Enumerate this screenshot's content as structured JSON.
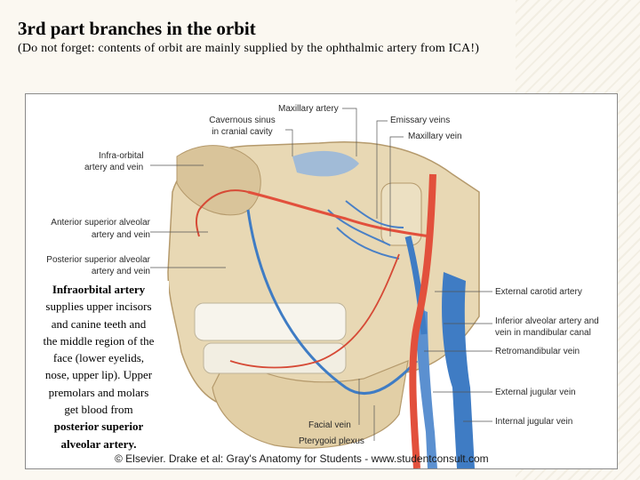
{
  "header": {
    "title": "3rd part branches in the orbit",
    "subtitle": "(Do not forget: contents of orbit are mainly supplied by the ophthalmic artery from ICA!)"
  },
  "figure": {
    "labels": {
      "maxillary_artery": "Maxillary artery",
      "cavernous_sinus_1": "Cavernous sinus",
      "cavernous_sinus_2": "in cranial cavity",
      "emissary_veins": "Emissary veins",
      "maxillary_vein": "Maxillary vein",
      "infra_orbital_1": "Infra-orbital",
      "infra_orbital_2": "artery and vein",
      "ant_sup_alveolar_1": "Anterior superior alveolar",
      "ant_sup_alveolar_2": "artery and vein",
      "post_sup_alveolar_1": "Posterior superior alveolar",
      "post_sup_alveolar_2": "artery and vein",
      "external_carotid": "External carotid artery",
      "inf_alveolar_1": "Inferior alveolar artery and",
      "inf_alveolar_2": "vein in mandibular canal",
      "retromandibular": "Retromandibular vein",
      "external_jugular": "External jugular vein",
      "internal_jugular": "Internal jugular vein",
      "facial_vein": "Facial vein",
      "pterygoid_plexus": "Pterygoid plexus"
    },
    "copyright": "© Elsevier. Drake et al: Gray's Anatomy for Students - www.studentconsult.com"
  },
  "note": {
    "line1": "Infraorbital artery",
    "line2": "supplies upper incisors",
    "line3": "and canine teeth and",
    "line4": "the middle region of the",
    "line5": "face (lower eyelids,",
    "line6": "nose, upper lip). Upper",
    "line7": "premolars and molars",
    "line8": "get blood from",
    "line9": "posterior superior",
    "line10": "alveolar artery."
  },
  "colors": {
    "artery": "#e2503c",
    "vein": "#3f7cc4",
    "bone": "#e8d8b4"
  }
}
